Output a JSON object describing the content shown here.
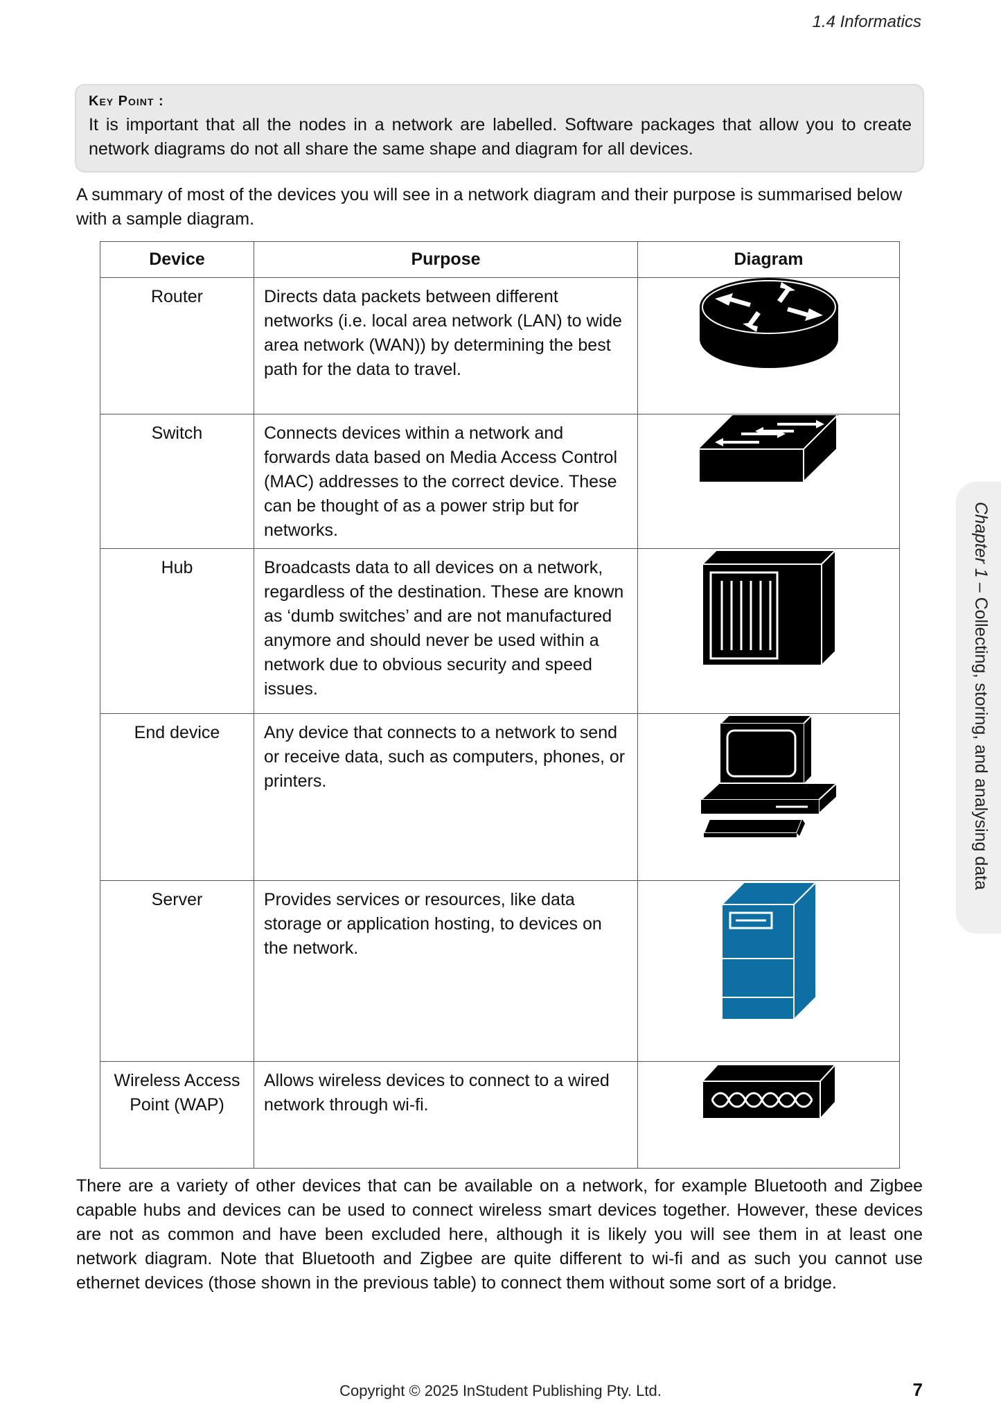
{
  "header": {
    "section": "1.4 Informatics"
  },
  "key_point": {
    "title": "Key Point :",
    "text": "It is important that all the nodes in a network are labelled. Software packages that allow you to create network diagrams do not all share the same shape and diagram for all devices."
  },
  "intro": "A summary of most of the devices you will see in a network diagram and their purpose is summarised below with a sample diagram.",
  "table": {
    "headers": [
      "Device",
      "Purpose",
      "Diagram"
    ],
    "rows": [
      {
        "device": "Router",
        "purpose": "Directs data packets between different networks (i.e. local area network (LAN) to wide area network (WAN)) by determining the best path for the data to travel.",
        "icon": "router-icon"
      },
      {
        "device": "Switch",
        "purpose": "Connects devices within a network and forwards data based on Media Access Control (MAC) addresses to the correct device. These can be thought of as a power strip but for networks.",
        "icon": "switch-icon"
      },
      {
        "device": "Hub",
        "purpose": "Broadcasts data to all devices on a network, regardless of the destination. These are known as ‘dumb switches’ and are not manufactured anymore and should never be used within a network due to obvious security and speed issues.",
        "icon": "hub-icon"
      },
      {
        "device": "End device",
        "purpose": "Any device that connects to a network to send or receive data, such as computers, phones, or printers.",
        "icon": "computer-icon"
      },
      {
        "device": "Server",
        "purpose": "Provides services or resources, like data storage or application hosting, to devices on the network.",
        "icon": "server-icon"
      },
      {
        "device": "Wireless Access Point (WAP)",
        "purpose": "Allows wireless devices to connect to a wired network through wi-fi.",
        "icon": "wireless-access-point-icon"
      }
    ]
  },
  "outro": "There are a variety of other devices that can be available on a network, for example Bluetooth and Zigbee capable hubs and devices can be used to connect wireless smart devices together. However, these devices are not as common and have been excluded here, although it is likely you will see them in at least one network diagram. Note that Bluetooth and Zigbee are quite different to wi-fi and as such you cannot use ethernet devices (those shown in the previous table) to connect them without some sort of a bridge.",
  "side_tab": {
    "chapter": "Chapter 1",
    "title": "– Collecting, storing, and analysing data"
  },
  "footer": {
    "copyright": "Copyright © 2025 InStudent Publishing Pty. Ltd.",
    "page": "7"
  },
  "colors": {
    "server_blue": "#0e6fa3",
    "keypoint_bg": "#e9e9e9"
  }
}
